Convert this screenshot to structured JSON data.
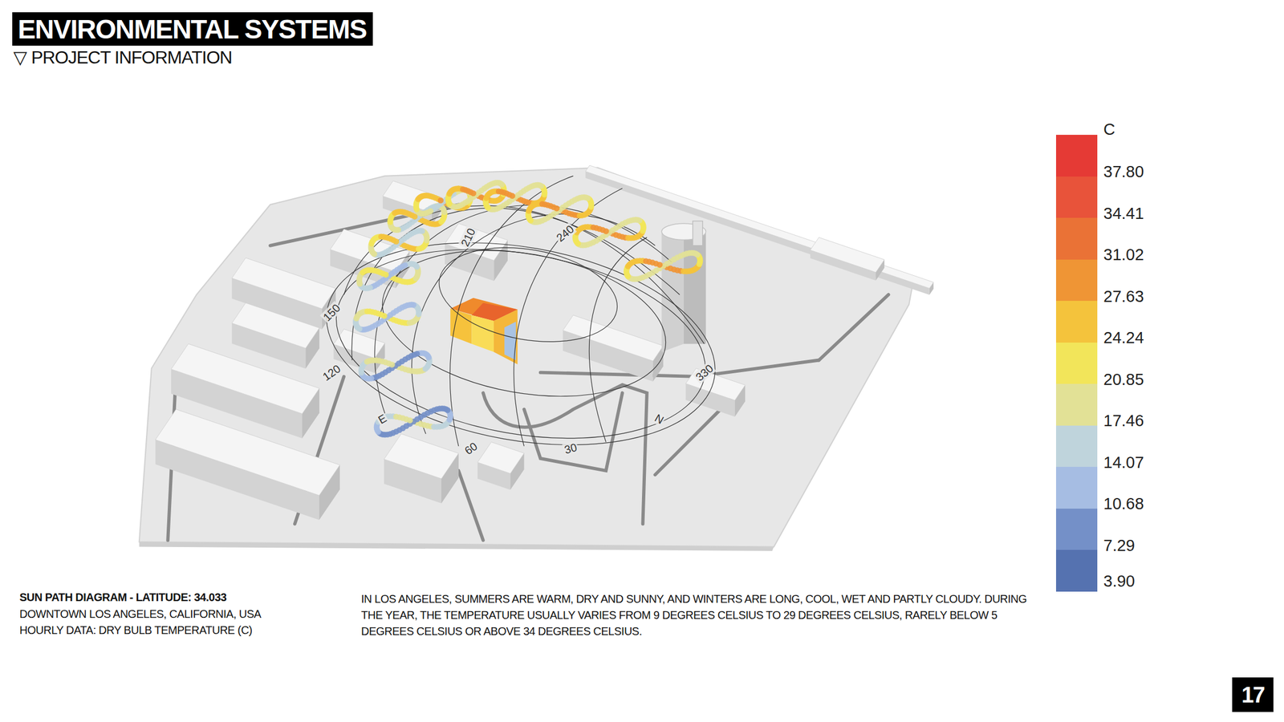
{
  "diagram": {
    "title": "ENVIRONMENTAL SYSTEMS",
    "caption": "IN LOS ANGELES, SUMMERS ARE WARM, DRY AND SUNNY, AND WINTERS ARE LONG, COOL, WET AND PARTLY CLOUDY. DURING THE YEAR, THE TEMPERATURE USUALLY VARIES FROM 9 DEGREES CELSIUS TO 29 DEGREES CELSIUS, RARELY BELOW 5 DEGREES CELSIUS OR ABOVE 34 DEGREES CELSIUS.",
    "labels": [
      "▽ PROJECT INFORMATION",
      "210",
      "240",
      "150",
      "120",
      "E",
      "60",
      "30",
      "N",
      "330",
      "C",
      "SUN PATH DIAGRAM - LATITUDE: 34.033",
      "DOWNTOWN LOS ANGELES, CALIFORNIA, USA",
      "HOURLY DATA: DRY BULB TEMPERATURE (C)",
      "17"
    ],
    "legend": [
      {
        "text": "37.80",
        "color": "#e53a35"
      },
      {
        "text": "34.41",
        "color": "#e8533a"
      },
      {
        "text": "31.02",
        "color": "#ea7236"
      },
      {
        "text": "27.63",
        "color": "#ef9535"
      },
      {
        "text": "24.24",
        "color": "#f4c33c"
      },
      {
        "text": "20.85",
        "color": "#f2e55a"
      },
      {
        "text": "17.46",
        "color": "#e2e196"
      },
      {
        "text": "14.07",
        "color": "#bfd4dc"
      },
      {
        "text": "10.68",
        "color": "#a6bde3"
      },
      {
        "text": "7.29",
        "color": "#7490c8"
      },
      {
        "text": "3.90",
        "color": "#5572b0"
      }
    ]
  }
}
